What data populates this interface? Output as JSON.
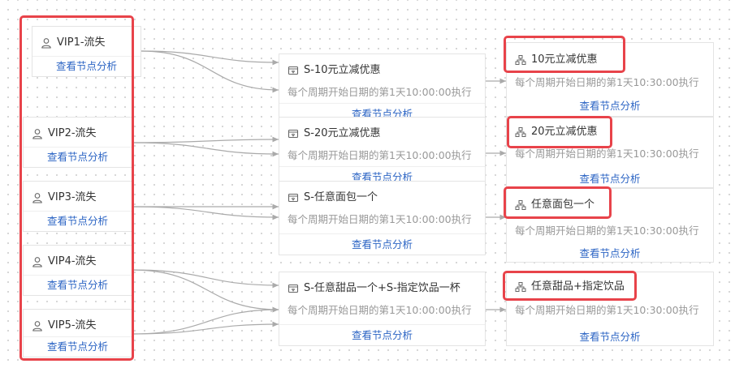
{
  "common": {
    "link_label": "查看节点分析",
    "schedule_start": "每个周期开始日期的第1天10:00:00执行",
    "schedule_send": "每个周期开始日期的第1天10:30:00执行"
  },
  "source_nodes": [
    {
      "label": "VIP1-流失"
    },
    {
      "label": "VIP2-流失"
    },
    {
      "label": "VIP3-流失"
    },
    {
      "label": "VIP4-流失"
    },
    {
      "label": "VIP5-流失"
    }
  ],
  "coupon_nodes": [
    {
      "label": "S-10元立减优惠"
    },
    {
      "label": "S-20元立减优惠"
    },
    {
      "label": "S-任意面包一个"
    },
    {
      "label": "S-任意甜品一个+S-指定饮品一杯"
    }
  ],
  "send_nodes": [
    {
      "label": "10元立减优惠"
    },
    {
      "label": "20元立减优惠"
    },
    {
      "label": "任意面包一个"
    },
    {
      "label": "任意甜品+指定饮品"
    }
  ],
  "colors": {
    "highlight": "#e8434a",
    "link": "#2b64c4",
    "connector": "#aaaaaa"
  },
  "icons": {
    "source": "user-icon",
    "coupon": "coupon-icon",
    "send": "hierarchy-icon"
  }
}
